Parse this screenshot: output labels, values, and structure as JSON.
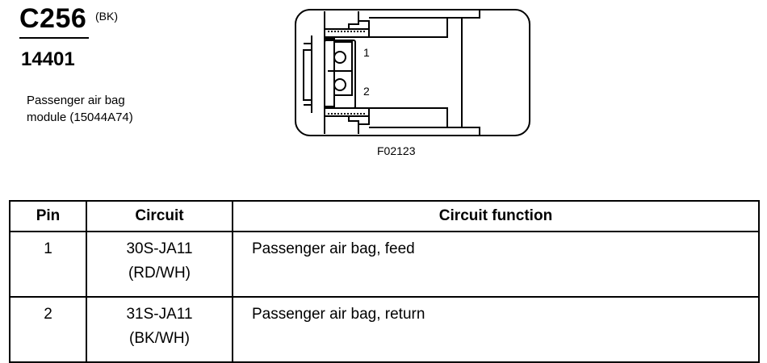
{
  "header": {
    "connector_id": "C256",
    "connector_color": "(BK)",
    "part_number": "14401",
    "description_line1": "Passenger air bag",
    "description_line2": "module (15044A74)"
  },
  "diagram": {
    "pin_label_1": "1",
    "pin_label_2": "2",
    "figure_id": "F02123"
  },
  "table": {
    "headers": {
      "pin": "Pin",
      "circuit": "Circuit",
      "function": "Circuit function"
    },
    "rows": [
      {
        "pin": "1",
        "circuit": "30S-JA11",
        "color": "(RD/WH)",
        "function": "Passenger air bag, feed"
      },
      {
        "pin": "2",
        "circuit": "31S-JA11",
        "color": "(BK/WH)",
        "function": "Passenger air bag, return"
      }
    ]
  }
}
